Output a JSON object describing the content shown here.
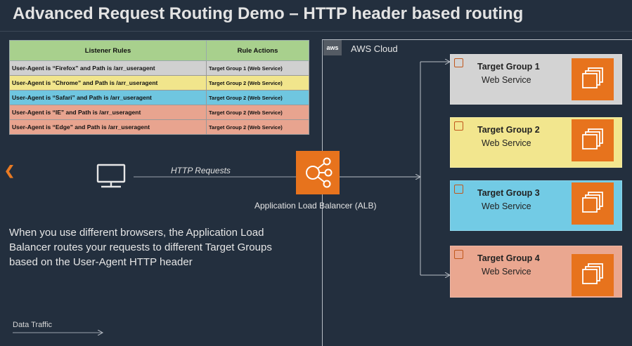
{
  "title": "Advanced Request Routing Demo – HTTP header based routing",
  "rules_table": {
    "headers": [
      "Listener Rules",
      "Rule Actions"
    ],
    "rows": [
      {
        "rule": "User-Agent is “Firefox” and Path is /arr_useragent",
        "action": "Target Group 1 (Web Service)"
      },
      {
        "rule": "User-Agent is “Chrome” and Path is /arr_useragent",
        "action": "Target Group 2 (Web Service)"
      },
      {
        "rule": "User-Agent is “Safari” and Path is /arr_useragent",
        "action": "Target Group 2 (Web Service)"
      },
      {
        "rule": "User-Agent is “IE” and Path is /arr_useragent",
        "action": "Target Group 2 (Web Service)"
      },
      {
        "rule": "User-Agent is “Edge” and Path is /arr_useragent",
        "action": "Target Group 2 (Web Service)"
      }
    ]
  },
  "aws_logo": "aws",
  "aws_cloud_label": "AWS Cloud",
  "http_requests_label": "HTTP Requests",
  "alb_label": "Application Load Balancer (ALB)",
  "description": "When you use different browsers, the Application Load Balancer routes your requests to different Target Groups based on the User-Agent HTTP header",
  "legend": {
    "data_traffic": "Data Traffic"
  },
  "target_groups": [
    {
      "name": "Target Group 1",
      "service": "Web Service",
      "color": "#d3d3d3"
    },
    {
      "name": "Target Group 2",
      "service": "Web Service",
      "color": "#f2e68e"
    },
    {
      "name": "Target Group 3",
      "service": "Web Service",
      "color": "#72cbe5"
    },
    {
      "name": "Target Group 4",
      "service": "Web Service",
      "color": "#eaa790"
    }
  ],
  "colors": {
    "background": "#232f3e",
    "accent_orange": "#e7731d",
    "header_green": "#a8d08d"
  },
  "icons": [
    "aws-logo-icon",
    "chevron-left-icon",
    "desktop-computer-icon",
    "load-balancer-icon",
    "ec2-instances-icon"
  ]
}
